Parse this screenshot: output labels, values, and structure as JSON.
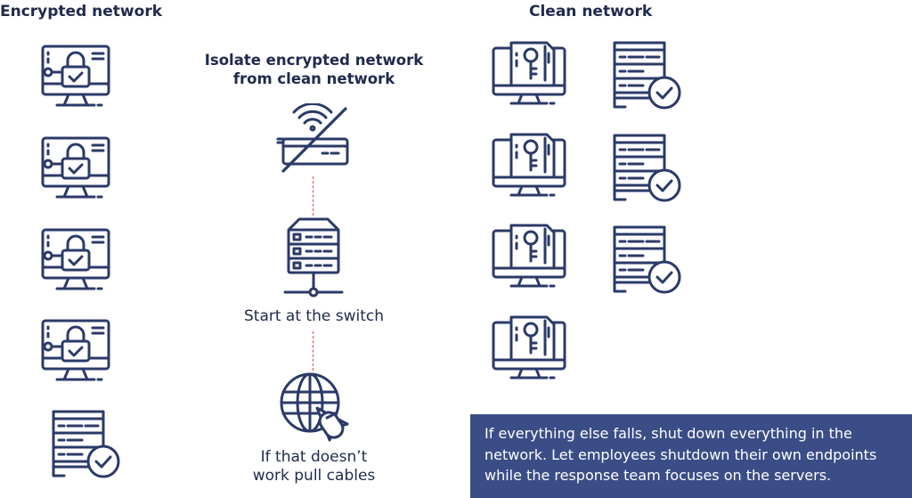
{
  "headings": {
    "encrypted": "Encrypted network",
    "clean": "Clean network"
  },
  "steps": {
    "isolate": [
      "Isolate encrypted network",
      "from clean network"
    ],
    "switch": "Start at the switch",
    "cables": [
      "If that doesn’t",
      "work pull cables"
    ]
  },
  "note": [
    "If everything else falls, shut down everything in the",
    "network. Let employees shutdown their own endpoints",
    "while the response team focuses on the servers."
  ],
  "icons": {
    "encrypted_column": [
      "locked-computer-icon",
      "locked-computer-icon",
      "locked-computer-icon",
      "locked-computer-icon",
      "server-check-icon"
    ],
    "clean_computers": [
      "key-computer-icon",
      "key-computer-icon",
      "key-computer-icon",
      "key-computer-icon"
    ],
    "clean_servers": [
      "server-check-icon",
      "server-check-icon",
      "server-check-icon"
    ],
    "steps": [
      "wifi-router-crossed-icon",
      "network-switch-icon",
      "globe-cursor-icon"
    ]
  },
  "colors": {
    "icon_stroke": "#2b3a67",
    "connector": "#e0414b",
    "note_background": "#3b4d86",
    "note_text": "#ffffff"
  }
}
